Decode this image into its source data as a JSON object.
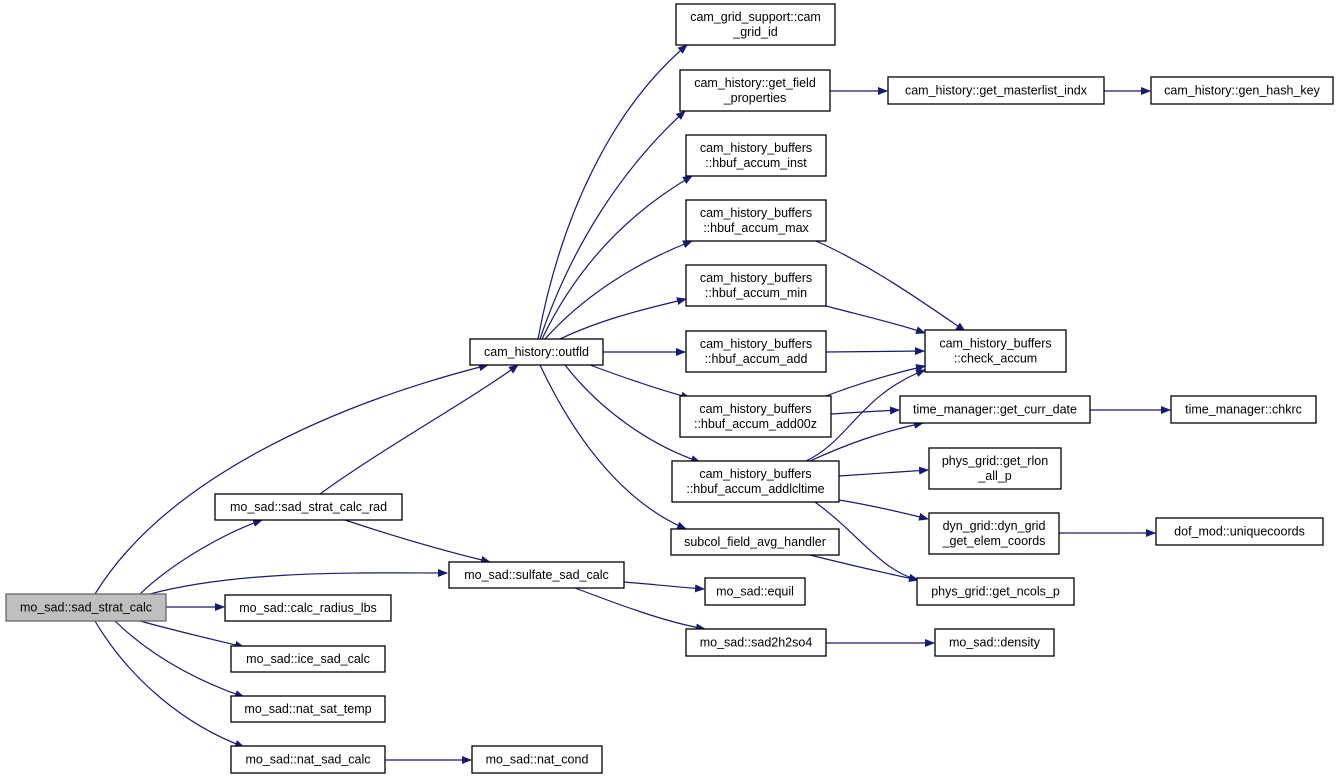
{
  "graph": {
    "root": "sad_strat_calc",
    "colors": {
      "edge": "#191970",
      "root_fill": "#bfbfbf",
      "node_fill": "#ffffff",
      "node_border": "#000000"
    },
    "nodes": [
      {
        "id": "sad_strat_calc",
        "lines": [
          "mo_sad::sad_strat_calc"
        ]
      },
      {
        "id": "outfld",
        "lines": [
          "cam_history::outfld"
        ]
      },
      {
        "id": "sad_strat_calc_rad",
        "lines": [
          "mo_sad::sad_strat_calc_rad"
        ]
      },
      {
        "id": "sulfate_sad_calc",
        "lines": [
          "mo_sad::sulfate_sad_calc"
        ]
      },
      {
        "id": "calc_radius_lbs",
        "lines": [
          "mo_sad::calc_radius_lbs"
        ]
      },
      {
        "id": "ice_sad_calc",
        "lines": [
          "mo_sad::ice_sad_calc"
        ]
      },
      {
        "id": "nat_sat_temp",
        "lines": [
          "mo_sad::nat_sat_temp"
        ]
      },
      {
        "id": "nat_sad_calc",
        "lines": [
          "mo_sad::nat_sad_calc"
        ]
      },
      {
        "id": "nat_cond",
        "lines": [
          "mo_sad::nat_cond"
        ]
      },
      {
        "id": "cam_grid_id",
        "lines": [
          "cam_grid_support::cam",
          "_grid_id"
        ]
      },
      {
        "id": "get_field_properties",
        "lines": [
          "cam_history::get_field",
          "_properties"
        ]
      },
      {
        "id": "get_masterlist_indx",
        "lines": [
          "cam_history::get_masterlist_indx"
        ]
      },
      {
        "id": "gen_hash_key",
        "lines": [
          "cam_history::gen_hash_key"
        ]
      },
      {
        "id": "hbuf_accum_inst",
        "lines": [
          "cam_history_buffers",
          "::hbuf_accum_inst"
        ]
      },
      {
        "id": "hbuf_accum_max",
        "lines": [
          "cam_history_buffers",
          "::hbuf_accum_max"
        ]
      },
      {
        "id": "hbuf_accum_min",
        "lines": [
          "cam_history_buffers",
          "::hbuf_accum_min"
        ]
      },
      {
        "id": "hbuf_accum_add",
        "lines": [
          "cam_history_buffers",
          "::hbuf_accum_add"
        ]
      },
      {
        "id": "hbuf_accum_add00z",
        "lines": [
          "cam_history_buffers",
          "::hbuf_accum_add00z"
        ]
      },
      {
        "id": "hbuf_accum_addlcltime",
        "lines": [
          "cam_history_buffers",
          "::hbuf_accum_addlcltime"
        ]
      },
      {
        "id": "subcol_field_avg_handler",
        "lines": [
          "subcol_field_avg_handler"
        ]
      },
      {
        "id": "check_accum",
        "lines": [
          "cam_history_buffers",
          "::check_accum"
        ]
      },
      {
        "id": "get_curr_date",
        "lines": [
          "time_manager::get_curr_date"
        ]
      },
      {
        "id": "chkrc",
        "lines": [
          "time_manager::chkrc"
        ]
      },
      {
        "id": "get_rlon_all_p",
        "lines": [
          "phys_grid::get_rlon",
          "_all_p"
        ]
      },
      {
        "id": "dyn_grid_get_elem_coords",
        "lines": [
          "dyn_grid::dyn_grid",
          "_get_elem_coords"
        ]
      },
      {
        "id": "uniquecoords",
        "lines": [
          "dof_mod::uniquecoords"
        ]
      },
      {
        "id": "get_ncols_p",
        "lines": [
          "phys_grid::get_ncols_p"
        ]
      },
      {
        "id": "equil",
        "lines": [
          "mo_sad::equil"
        ]
      },
      {
        "id": "sad2h2so4",
        "lines": [
          "mo_sad::sad2h2so4"
        ]
      },
      {
        "id": "density",
        "lines": [
          "mo_sad::density"
        ]
      }
    ],
    "edges": [
      [
        "sad_strat_calc",
        "outfld"
      ],
      [
        "sad_strat_calc",
        "sad_strat_calc_rad"
      ],
      [
        "sad_strat_calc",
        "sulfate_sad_calc"
      ],
      [
        "sad_strat_calc",
        "calc_radius_lbs"
      ],
      [
        "sad_strat_calc",
        "ice_sad_calc"
      ],
      [
        "sad_strat_calc",
        "nat_sat_temp"
      ],
      [
        "sad_strat_calc",
        "nat_sad_calc"
      ],
      [
        "sad_strat_calc_rad",
        "outfld"
      ],
      [
        "sad_strat_calc_rad",
        "sulfate_sad_calc"
      ],
      [
        "nat_sad_calc",
        "nat_cond"
      ],
      [
        "outfld",
        "cam_grid_id"
      ],
      [
        "outfld",
        "get_field_properties"
      ],
      [
        "outfld",
        "hbuf_accum_inst"
      ],
      [
        "outfld",
        "hbuf_accum_max"
      ],
      [
        "outfld",
        "hbuf_accum_min"
      ],
      [
        "outfld",
        "hbuf_accum_add"
      ],
      [
        "outfld",
        "hbuf_accum_add00z"
      ],
      [
        "outfld",
        "hbuf_accum_addlcltime"
      ],
      [
        "outfld",
        "subcol_field_avg_handler"
      ],
      [
        "get_field_properties",
        "get_masterlist_indx"
      ],
      [
        "get_masterlist_indx",
        "gen_hash_key"
      ],
      [
        "hbuf_accum_max",
        "check_accum"
      ],
      [
        "hbuf_accum_min",
        "check_accum"
      ],
      [
        "hbuf_accum_add",
        "check_accum"
      ],
      [
        "hbuf_accum_add00z",
        "check_accum"
      ],
      [
        "hbuf_accum_add00z",
        "get_curr_date"
      ],
      [
        "hbuf_accum_addlcltime",
        "check_accum"
      ],
      [
        "hbuf_accum_addlcltime",
        "get_curr_date"
      ],
      [
        "hbuf_accum_addlcltime",
        "get_rlon_all_p"
      ],
      [
        "hbuf_accum_addlcltime",
        "dyn_grid_get_elem_coords"
      ],
      [
        "hbuf_accum_addlcltime",
        "get_ncols_p"
      ],
      [
        "subcol_field_avg_handler",
        "get_ncols_p"
      ],
      [
        "get_curr_date",
        "chkrc"
      ],
      [
        "dyn_grid_get_elem_coords",
        "uniquecoords"
      ],
      [
        "sulfate_sad_calc",
        "equil"
      ],
      [
        "sulfate_sad_calc",
        "sad2h2so4"
      ],
      [
        "sad2h2so4",
        "density"
      ]
    ]
  }
}
